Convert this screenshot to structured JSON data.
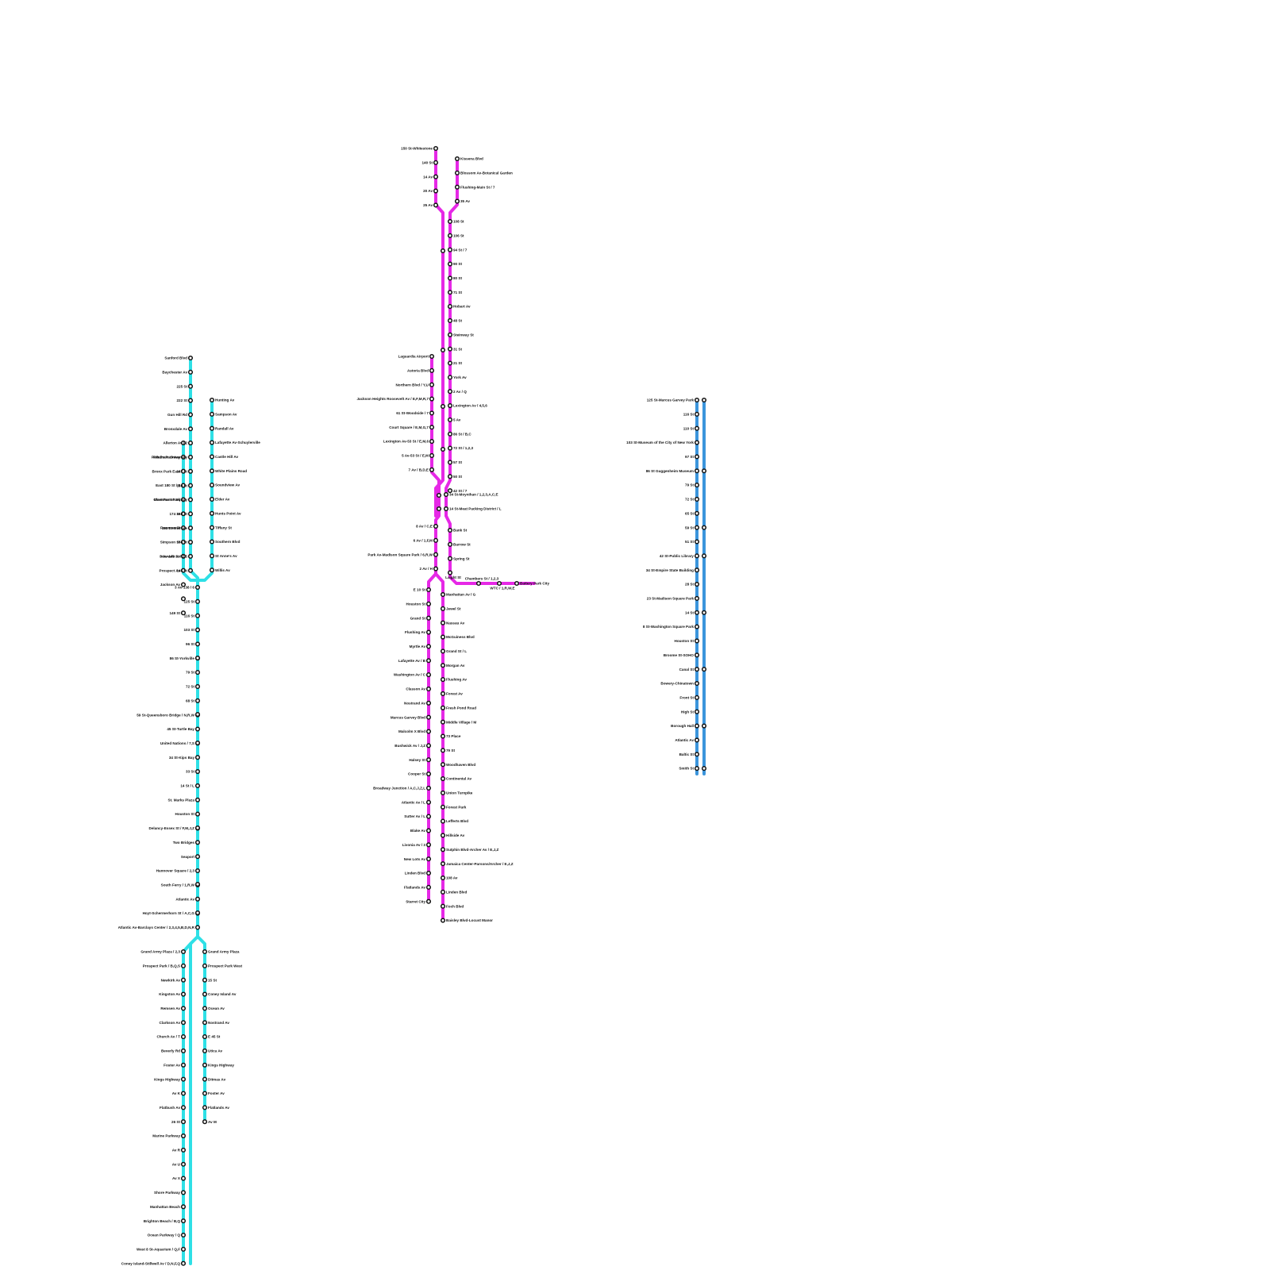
{
  "colors": {
    "teal": "#2ee0e6",
    "magenta": "#e628e6",
    "blue": "#3b95dc",
    "station_fill": "#ffffff",
    "station_stroke": "#111111",
    "label": "#111111"
  },
  "lines": {
    "teal_2": {
      "color": "teal",
      "stations": [
        "Allerton Av / 2",
        "Pelham Parkway",
        "Bronx Park East",
        "East 180 St / 5",
        "West Farms Sq",
        "174 St",
        "Freeman St",
        "Simpson St",
        "Intervale Av",
        "Prospect Av",
        "Jackson Av",
        "3 Av-149 St / 2,5",
        "149 St"
      ]
    },
    "teal_4": {
      "color": "teal",
      "stations": [
        "Sanford Blvd",
        "Baychester Av",
        "225 St",
        "222 St",
        "Gun Hill Rd",
        "Bronxdale Av",
        "Allerton Av / 2",
        "Fordham University",
        "167 St",
        "169 St",
        "Claremont Parkway",
        "168 St",
        "163 St-Melrose",
        "156 St",
        "3 Av-149 St / 2,5",
        "145 St",
        "3 Av-138 / 6",
        "125 St",
        "116 St",
        "103 St",
        "96 St",
        "86 St-Yorkville",
        "79 St",
        "72 St",
        "68 St",
        "59 St-Queensboro Bridge / N,R,W",
        "45 St-Turtle Bay",
        "United Nations / 7,S",
        "34 St-Kips Bay",
        "33 St",
        "14 St / L",
        "St. Marks Plaza",
        "Houston St",
        "Delancy-Essex St / F,M,J,Z",
        "Two Bridges",
        "Seaport",
        "Hannover Square / 2,3",
        "South Ferry / 1,R,W",
        "Atlantic Av",
        "Hoyt-Schermerhorn St / A,C,G",
        "Atlantic Av-Barclays Center / 2,3,4,5,B,D,N,R"
      ]
    },
    "teal_6": {
      "color": "teal",
      "stations": [
        "Hunting Av",
        "Sampson Av",
        "Randall Av",
        "Lafayette Av-Schuylerville",
        "Castle Hill Av",
        "White Plains Road",
        "Soundview Av",
        "Elder Av",
        "Hunts Point Av",
        "Tiffany St",
        "Southern Blvd",
        "St Anne's Av",
        "Willis Av"
      ]
    },
    "teal_brighton": {
      "color": "teal",
      "stations": [
        "Grand Army Plaza / 2,3",
        "Prospect Park / B,Q,S",
        "Newkirk Av",
        "Kingston Av",
        "Remsen Av",
        "Clarkson Av",
        "Church Av / T",
        "Beverly Rd",
        "Foster Av",
        "Kings Highway",
        "Av K",
        "Flatbush Av",
        "26 St",
        "Marine Parkway",
        "Av R",
        "Av U",
        "Av X",
        "Shore Parkway",
        "Manhattan Beach",
        "Brighton Beach / B,Q",
        "Ocean Parkway / Q",
        "West 8 St-Aquarium / Q,F",
        "Coney Island-Stillwell Av / D,N,F,Q"
      ]
    },
    "teal_culver": {
      "color": "teal",
      "stations": [
        "Grand Army Plaza",
        "Prospect Park West",
        "15 St",
        "Coney Island Av",
        "Ocean Av",
        "Nostrand Av",
        "E 45 St",
        "Utica Av",
        "Kings Highway",
        "Ditmas Av",
        "Foster Av",
        "Flatlands Av",
        "Av M"
      ]
    },
    "magenta_whitestone": {
      "color": "magenta",
      "stations": [
        "150 St-Whitestone",
        "140 St",
        "14 Av",
        "20 Av",
        "25 Av"
      ]
    },
    "magenta_flushing": {
      "color": "magenta",
      "stations": [
        "Kissena Blvd",
        "Blossom Av-Botanical Garden",
        "Flushing-Main St / 7",
        "35 Av",
        "108 St",
        "106 St",
        "94 St / 7",
        "90 St",
        "80 St",
        "71 St",
        "Hobart Av",
        "48 St",
        "Steinway St",
        "31 St",
        "21 St",
        "York Av",
        "2 Av / Q",
        "Lexington Av / 4,5,6",
        "5 Av",
        "86 St / B,C",
        "72 St / 1,2,3",
        "57 St",
        "50 St",
        "42 St / 7",
        "34 St-Moynihan / 1,2,3,A,C,E",
        "14 St-Meat Packing District / L",
        "Bank St",
        "Barrow St",
        "Spring St",
        "Laight St",
        "Chambers St / 1,2,3",
        "WTC / 1,R,W,E",
        "Battery Park City"
      ]
    },
    "magenta_laguardia": {
      "color": "magenta",
      "stations": [
        "Laguardia Airport",
        "Astoria Blvd",
        "Northern Blvd / Y,U",
        "Jackson Heights Roosevelt Av / E,F,M,R,7",
        "61 St-Woodside / 7",
        "Court Square / E,M,G,7",
        "Lexington Av-53 St / E,M,6",
        "5 Av-53 St / E,M",
        "7 Av / B,D,E",
        "8 Av / C,E",
        "6 Av / 1,F,M",
        "Park Av-Madison Square Park / 6,R,W",
        "2 Av / H"
      ]
    },
    "magenta_bklyn_west": {
      "color": "magenta",
      "stations": [
        "E 10 St",
        "Houston St",
        "Grand St",
        "Flushing Av",
        "Myrtle Av",
        "Lafayette Av / B",
        "Washington Av / C",
        "Classon Av",
        "Nostrand Av",
        "Marcus Garvey Blvd",
        "Malcolm X Blvd",
        "Bushwick Av / J,Z",
        "Halsey St",
        "Cooper St",
        "Broadway Junction / A,C,J,Z,L",
        "Atlantic Av / L",
        "Sutter Av / L",
        "Blake Av",
        "Livonia Av / 3",
        "New Lots Av",
        "Linden Blvd",
        "Flatlands Av",
        "Starret City"
      ]
    },
    "magenta_bklyn_east": {
      "color": "magenta",
      "stations": [
        "Manhattan Av / G",
        "Jewel St",
        "Nassau Av",
        "McGuiness Blvd",
        "Grand St / L",
        "Morgan Av",
        "Flushing Av",
        "Forest Av",
        "Fresh Pond Road",
        "Middle Village / M",
        "73 Place",
        "79 St",
        "Woodhaven Blvd",
        "Continental Av",
        "Union Turnpike",
        "Forest Park",
        "Lefferts Blvd",
        "Hillside Av",
        "Sutphin Blvd-Archer Av / E,J,Z",
        "Jamaica Center-Parsons/Archer / E,J,Z",
        "108 Av",
        "Linden Blvd",
        "Foch Blvd",
        "Baisley Blvd-Locust Manor"
      ]
    },
    "blue": {
      "color": "blue",
      "stations": [
        "125 St-Marcus Garvey Park",
        "116 St",
        "110 St",
        "103 St-Museum of the City of New York",
        "97 St",
        "86 St Guggenheim Museum",
        "79 St",
        "72 St",
        "65 St",
        "59 St",
        "51 St",
        "42 St-Public Library",
        "34 St-Empire State Building",
        "28 St",
        "23 St-Madison Square Park",
        "14 St",
        "8 St-Washington Square Park",
        "Houston St",
        "Broome St-SOHO",
        "Canal St",
        "Bowery-Chinatown",
        "Front St",
        "High St",
        "Borough Hall",
        "Atlantic Av",
        "Baltic St",
        "Smith St"
      ]
    }
  }
}
